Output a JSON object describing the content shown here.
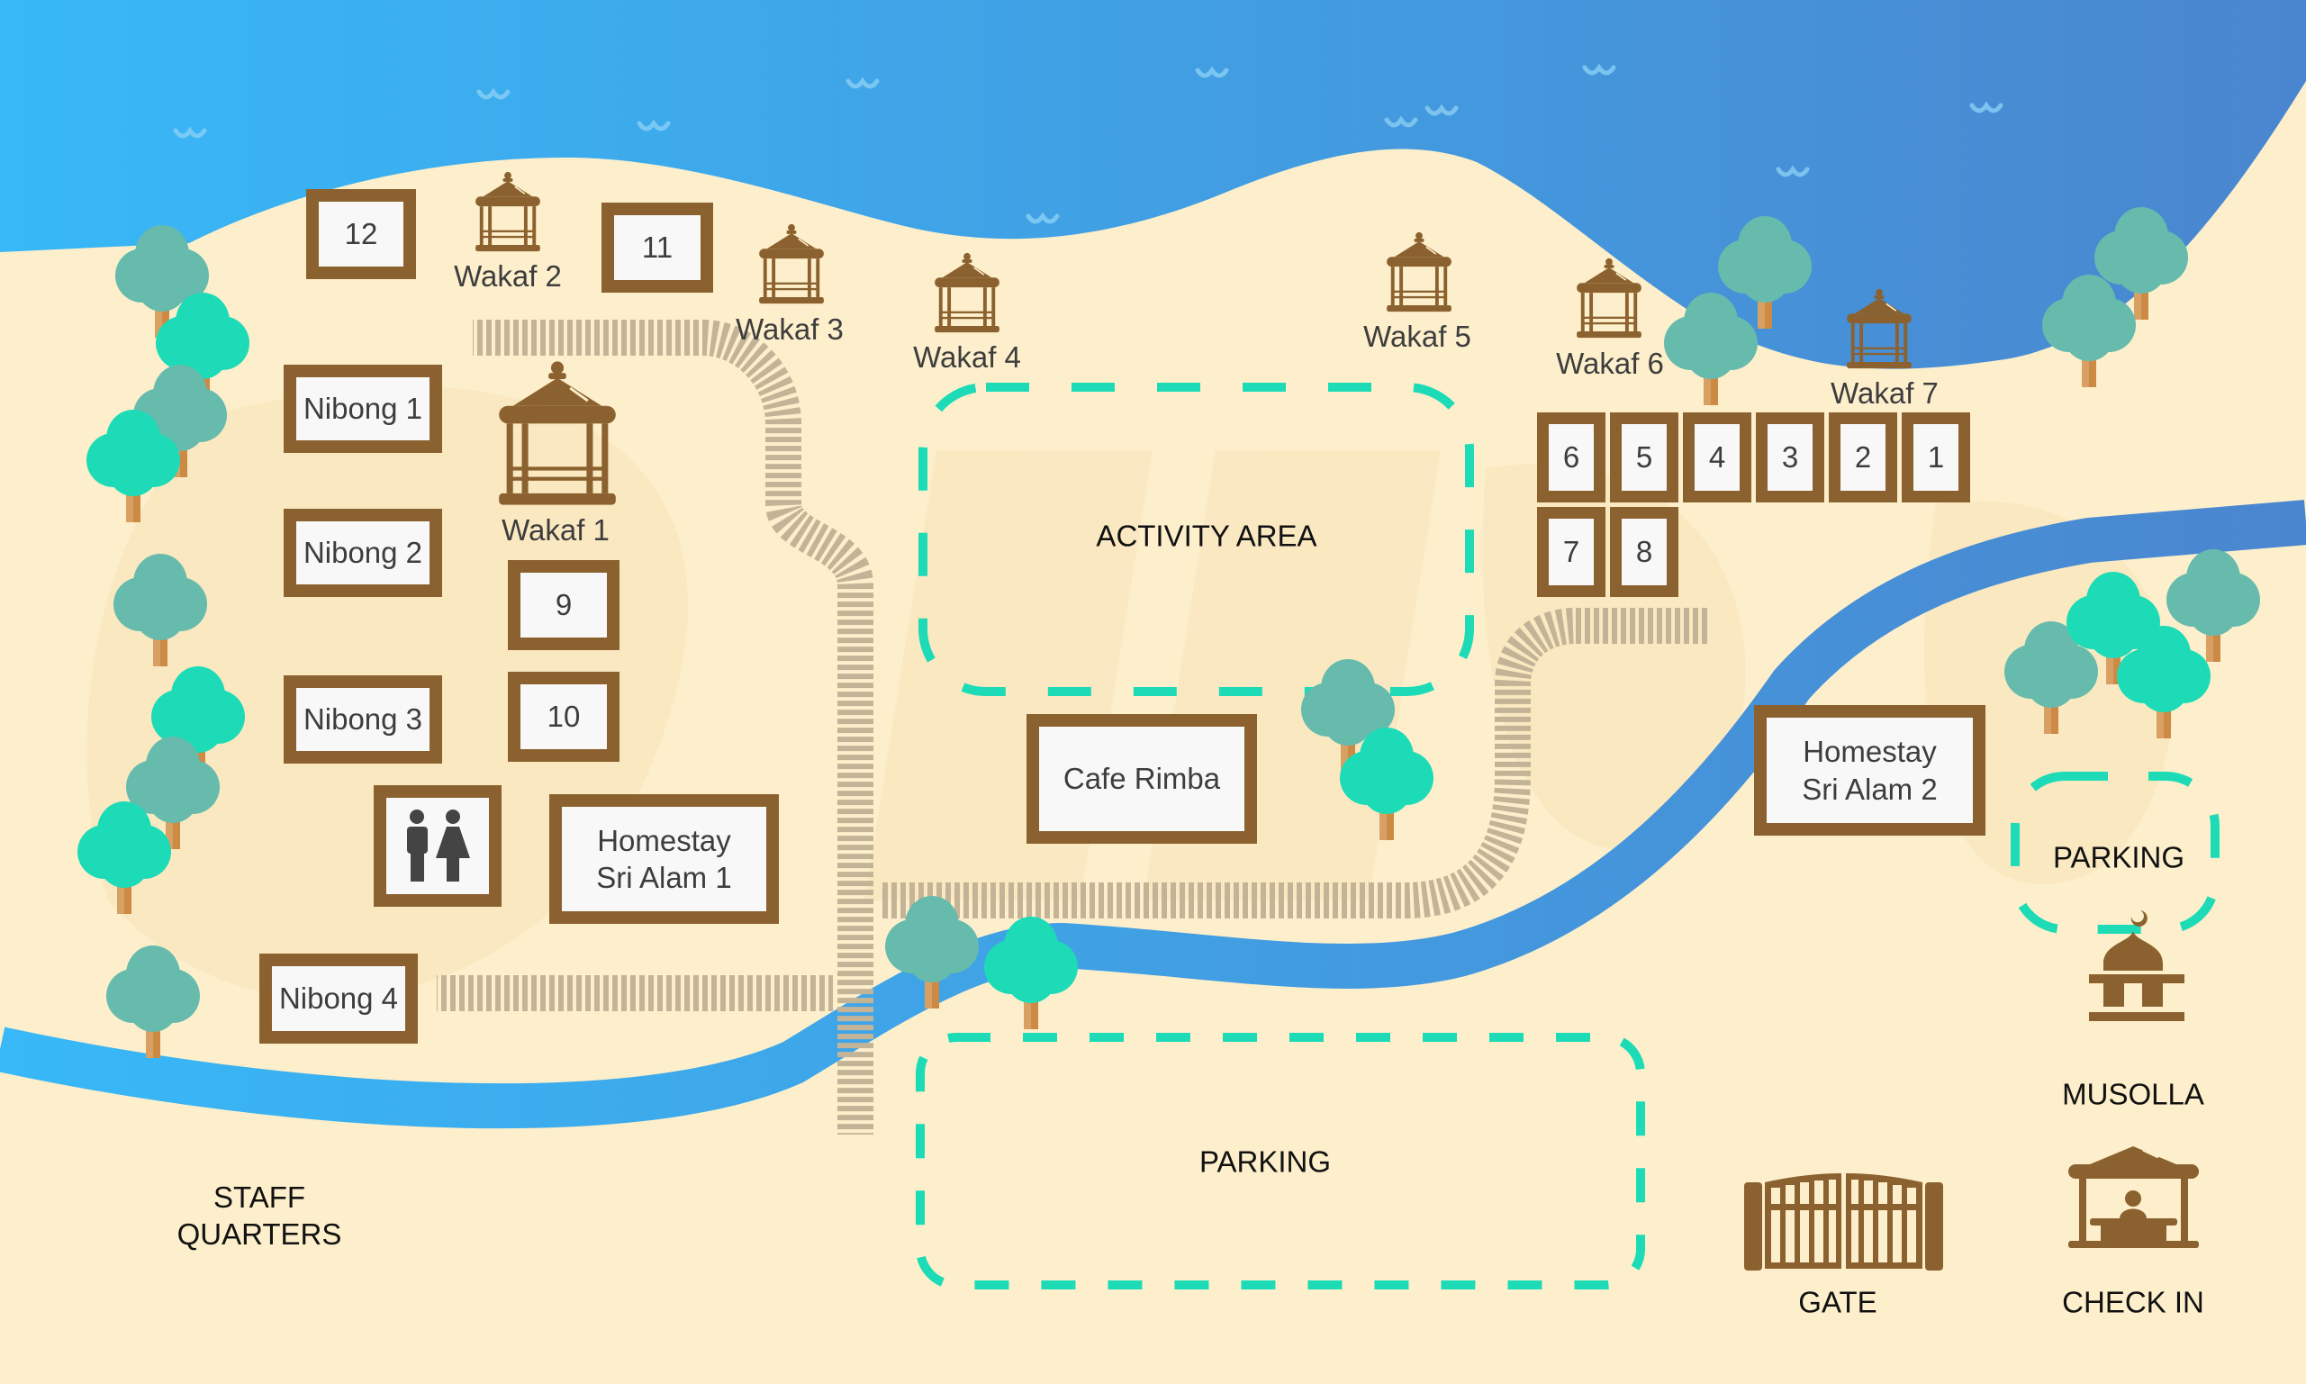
{
  "map": {
    "colors": {
      "sand": "#fdefcb",
      "sea_left": "#38b8f7",
      "sea_right": "#4a86cf",
      "river": "#3fa5e8",
      "building_border": "#8b622f",
      "building_fill": "#f8f8f8",
      "zone_dash": "#1ddbb7",
      "tree_dark": "#66bbad",
      "tree_light": "#1ddbb7",
      "trunk": "#d9a063",
      "boardwalk": "#c4b497",
      "text_dark": "#3d3d3d"
    },
    "rooms": {
      "r12": "12",
      "r11": "11",
      "r9": "9",
      "r10": "10",
      "c1": "1",
      "c2": "2",
      "c3": "3",
      "c4": "4",
      "c5": "5",
      "c6": "6",
      "c7": "7",
      "c8": "8"
    },
    "nibong": [
      "Nibong 1",
      "Nibong 2",
      "Nibong 3",
      "Nibong 4"
    ],
    "homestay1": [
      "Homestay",
      "Sri Alam 1"
    ],
    "homestay2": [
      "Homestay",
      "Sri Alam 2"
    ],
    "cafe": "Cafe Rimba",
    "wakaf": [
      "Wakaf 1",
      "Wakaf 2",
      "Wakaf 3",
      "Wakaf 4",
      "Wakaf 5",
      "Wakaf 6",
      "Wakaf 7"
    ],
    "zones": {
      "activity": "ACTIVITY AREA",
      "parking_main": "PARKING",
      "parking_side": "PARKING",
      "staff": [
        "STAFF",
        "QUARTERS"
      ],
      "musolla": "MUSOLLA",
      "gate": "GATE",
      "checkin": "CHECK IN"
    },
    "icons": {
      "toilet": "toilet-icon",
      "gazebo": "gazebo-icon",
      "mosque": "mosque-icon",
      "gate": "gate-icon",
      "reception": "reception-icon",
      "tree": "tree-icon",
      "wave": "wave-icon"
    }
  }
}
